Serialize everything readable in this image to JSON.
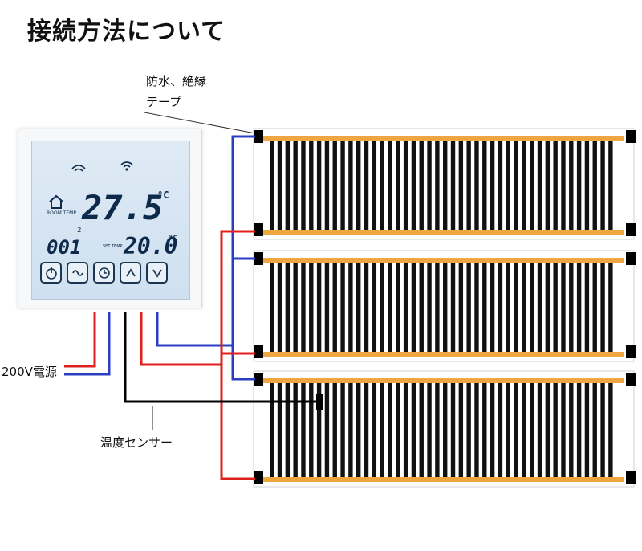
{
  "title": "接続方法について",
  "labels": {
    "tape_line1": "防水、絶縁",
    "tape_line2": "テープ",
    "power": "200V電源",
    "sensor": "温度センサー"
  },
  "thermostat": {
    "room_temp": "27.5",
    "room_unit": "°C",
    "room_label": "ROOM TEMP",
    "sub_value": "2",
    "program": "001",
    "set_label": "SET TEMP",
    "set_temp": "20.0",
    "set_unit": "°C",
    "buttons": [
      "power-icon",
      "mode-icon",
      "clock-icon",
      "up-arrow-icon",
      "down-arrow-icon"
    ]
  },
  "colors": {
    "live_wire": "#e0201c",
    "neutral_wire": "#2a3fc4",
    "sensor_wire": "#000000",
    "heater_band": "#f0a640",
    "heater_rung": "#111111"
  }
}
